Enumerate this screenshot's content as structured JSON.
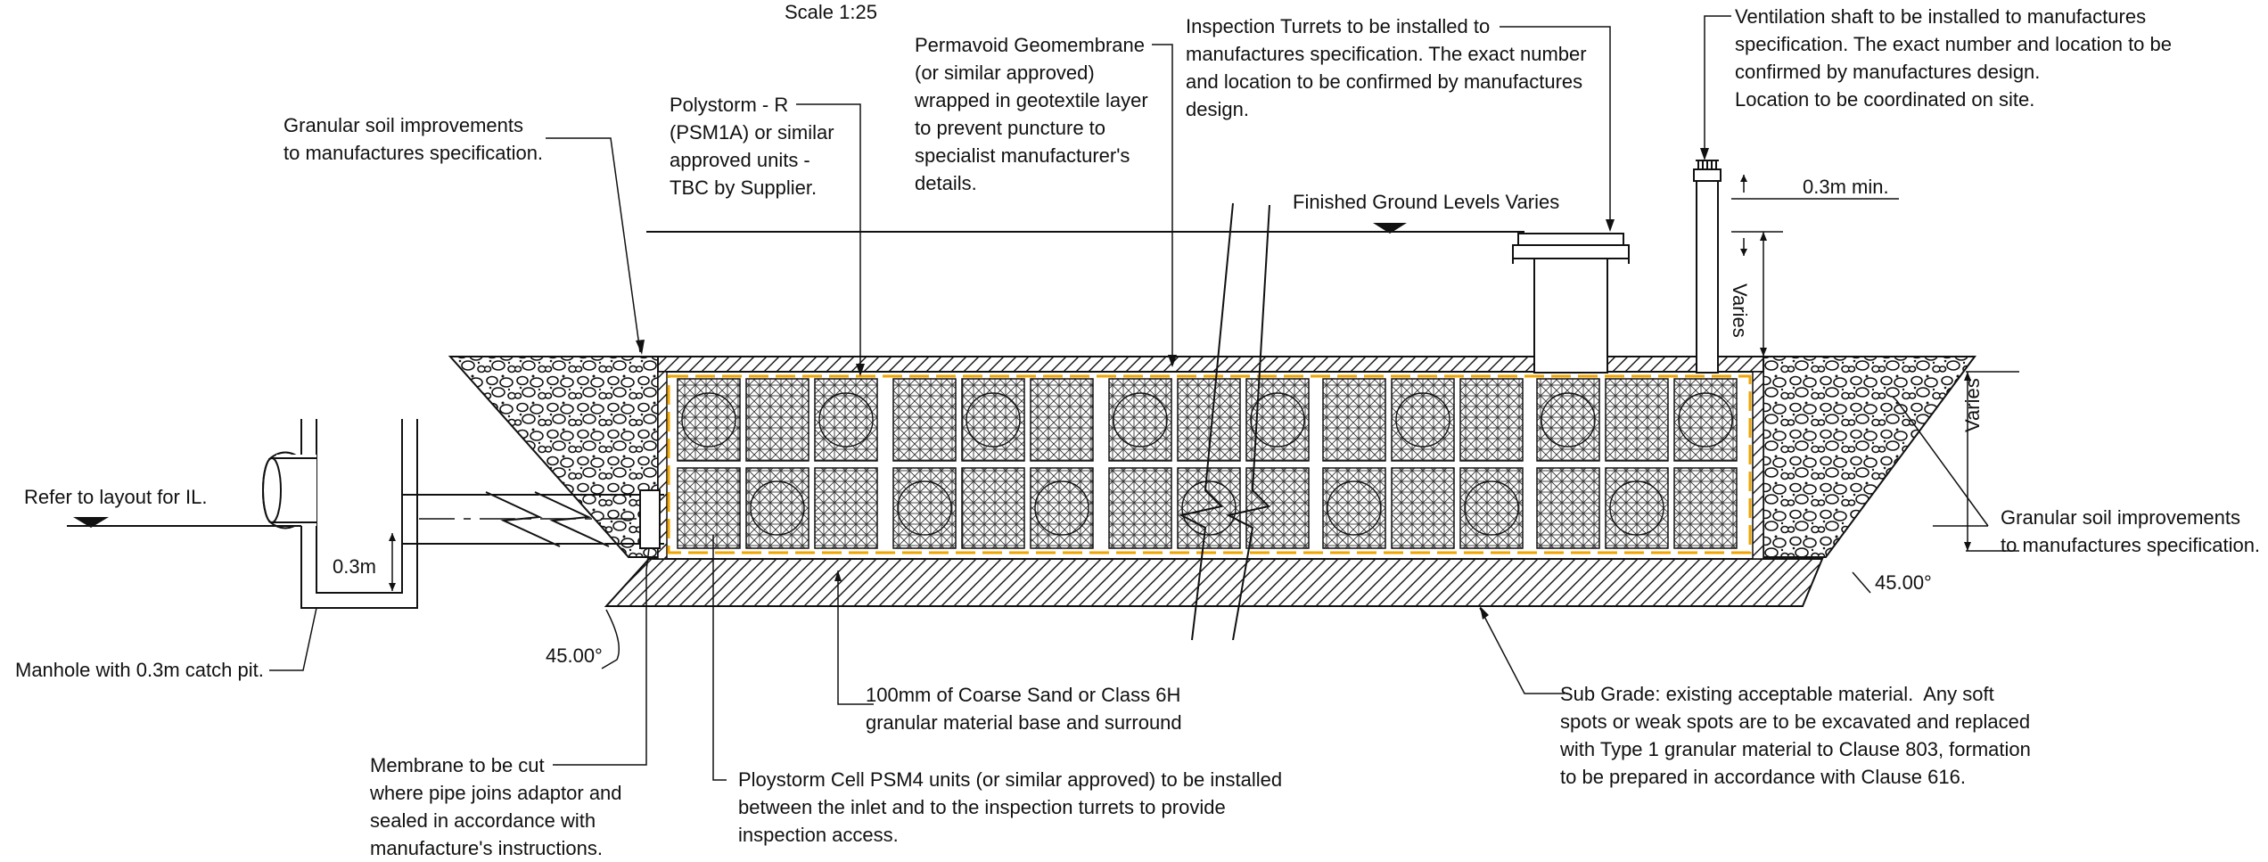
{
  "drawing": {
    "scale": "Scale 1:25",
    "colors": {
      "line": "#111111",
      "membrane": "#f0a500",
      "paper": "#ffffff"
    },
    "labels": {
      "refer_layout": "Refer to layout for IL.",
      "manhole": "Manhole with 0.3m catch pit.",
      "granular_left": "Granular soil improvements\nto manufactures specification.",
      "polystorm": "Polystorm - R\n(PSM1A) or similar\napproved units -\nTBC by Supplier.",
      "permavoid": "Permavoid Geomembrane\n(or similar approved)\nwrapped in geotextile layer\nto prevent puncture to\nspecialist manufacturer's\ndetails.",
      "inspection_turrets": "Inspection Turrets to be installed to\nmanufactures specification. The exact number\nand location to be confirmed by manufactures\ndesign.",
      "ventilation": "Ventilation shaft to be installed to manufactures\nspecification. The exact number and location to be\nconfirmed by manufactures design.\nLocation to be coordinated on site.",
      "finished_ground": "Finished Ground Levels Varies",
      "granular_right": "Granular soil improvements\nto manufactures specification.",
      "membrane_cut": "Membrane to be cut\nwhere pipe joins adaptor and\nsealed in accordance with\nmanufacture's instructions.",
      "coarse_sand": "100mm of Coarse Sand or Class 6H\ngranular material base and surround",
      "ploystorm_cell": "Ploystorm Cell PSM4 units (or similar approved) to be installed\nbetween the inlet and to the inspection turrets to provide\ninspection access.",
      "sub_grade": "Sub Grade: existing acceptable material.  Any soft\nspots or weak spots are to be excavated and replaced\nwith Type 1 granular material to Clause 803, formation\nto be prepared in accordance with Clause 616."
    },
    "dimensions": {
      "catch_pit": "0.3m",
      "angle_left": "45.00°",
      "angle_right": "45.00°",
      "min_height": "0.3m min.",
      "varies_top": "Varies",
      "varies_side": "Varies"
    }
  }
}
